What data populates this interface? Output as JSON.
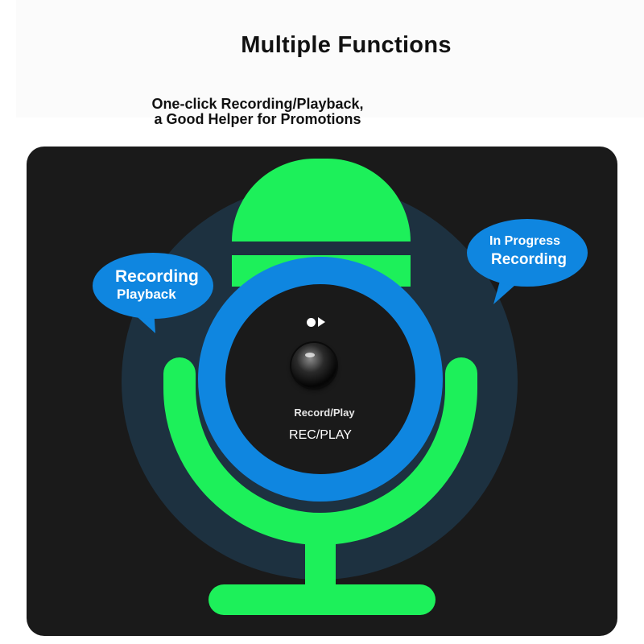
{
  "header": {
    "title": "Multiple Functions",
    "subtitle_line1": "One-click Recording/Playback,",
    "subtitle_line2": "a Good Helper for Promotions"
  },
  "bubbles": {
    "left": {
      "line1": "Recording",
      "line2": "Playback"
    },
    "right": {
      "line1": "In Progress",
      "line2": "Recording"
    }
  },
  "device": {
    "button_label": "Record/Play",
    "button_code": "REC/PLAY",
    "indicator_icon": "record-play-icon"
  },
  "colors": {
    "panel": "#1a1a1a",
    "halo": "#1d3140",
    "mic_green": "#1df05a",
    "ring_blue": "#0f86e0",
    "bubble_blue": "#0f86e0"
  }
}
